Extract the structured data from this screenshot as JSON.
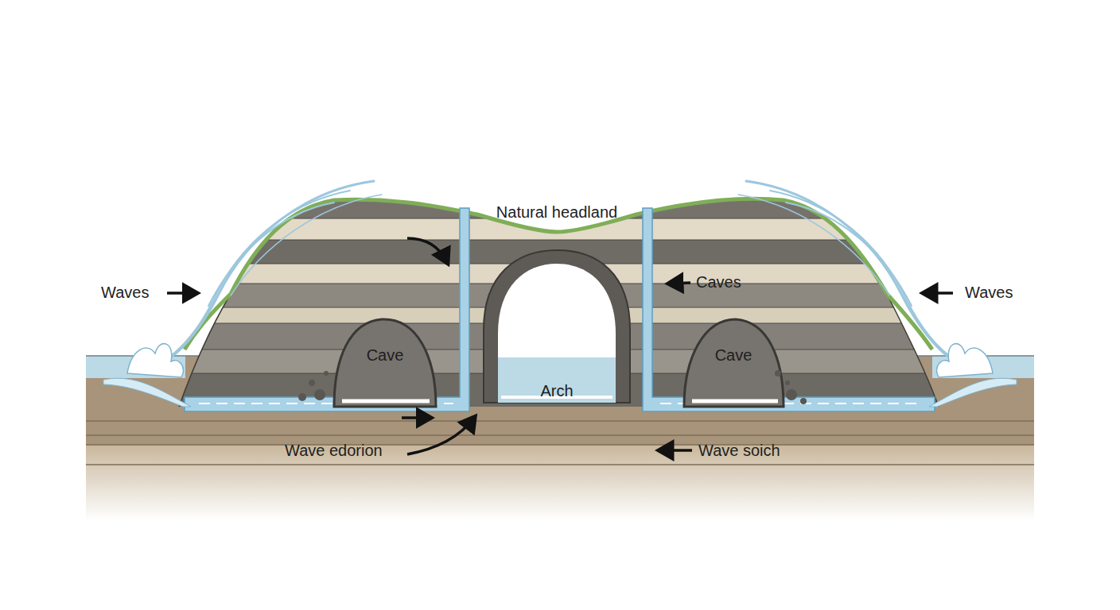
{
  "diagram": {
    "labels": [
      "Waves",
      "Natural headland",
      "Caves",
      "Waves",
      "Cave",
      "Cave",
      "Arch",
      "Wave edorion",
      "Wave soich"
    ]
  }
}
